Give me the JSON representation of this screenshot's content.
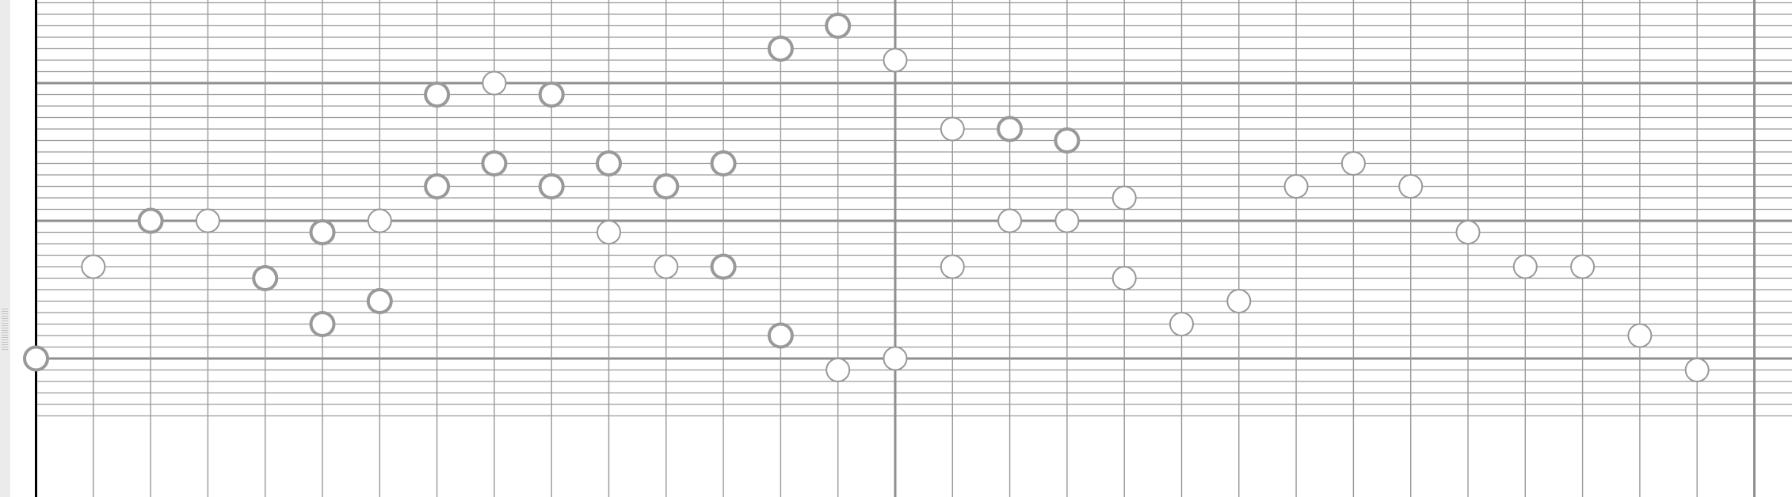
{
  "app": {
    "view": "note-grid",
    "accent_color": "#999999",
    "grid_line_color": "#9a9a9a",
    "major_line_color": "#8f8f8f",
    "left_border_color": "#000000"
  },
  "gutter": {
    "handle_icon": "drag-handle-dots-icon"
  },
  "grid": {
    "columns": 31,
    "major_column_indices": [
      0,
      15,
      30
    ],
    "rows": 37,
    "major_row_indices": [
      7,
      19,
      31
    ]
  },
  "notes": [
    {
      "col": 0,
      "row": 31,
      "style": "bold"
    },
    {
      "col": 1,
      "row": 23,
      "style": "thin"
    },
    {
      "col": 2,
      "row": 19,
      "style": "bold"
    },
    {
      "col": 3,
      "row": 19,
      "style": "thin"
    },
    {
      "col": 4,
      "row": 24,
      "style": "bold"
    },
    {
      "col": 5,
      "row": 20,
      "style": "bold"
    },
    {
      "col": 5,
      "row": 28,
      "style": "bold"
    },
    {
      "col": 6,
      "row": 19,
      "style": "thin"
    },
    {
      "col": 6,
      "row": 26,
      "style": "bold"
    },
    {
      "col": 7,
      "row": 8,
      "style": "bold"
    },
    {
      "col": 7,
      "row": 16,
      "style": "bold"
    },
    {
      "col": 8,
      "row": 7,
      "style": "thin"
    },
    {
      "col": 8,
      "row": 14,
      "style": "bold"
    },
    {
      "col": 9,
      "row": 8,
      "style": "bold"
    },
    {
      "col": 9,
      "row": 16,
      "style": "bold"
    },
    {
      "col": 10,
      "row": 14,
      "style": "bold"
    },
    {
      "col": 10,
      "row": 20,
      "style": "thin"
    },
    {
      "col": 11,
      "row": 16,
      "style": "bold"
    },
    {
      "col": 11,
      "row": 23,
      "style": "thin"
    },
    {
      "col": 12,
      "row": 14,
      "style": "bold"
    },
    {
      "col": 12,
      "row": 23,
      "style": "bold"
    },
    {
      "col": 13,
      "row": 4,
      "style": "bold"
    },
    {
      "col": 13,
      "row": 29,
      "style": "bold"
    },
    {
      "col": 14,
      "row": 2,
      "style": "bold"
    },
    {
      "col": 14,
      "row": 32,
      "style": "thin"
    },
    {
      "col": 15,
      "row": 5,
      "style": "thin"
    },
    {
      "col": 15,
      "row": 31,
      "style": "thin"
    },
    {
      "col": 16,
      "row": 11,
      "style": "thin"
    },
    {
      "col": 16,
      "row": 23,
      "style": "thin"
    },
    {
      "col": 17,
      "row": 11,
      "style": "bold"
    },
    {
      "col": 17,
      "row": 19,
      "style": "thin"
    },
    {
      "col": 18,
      "row": 12,
      "style": "bold"
    },
    {
      "col": 18,
      "row": 19,
      "style": "thin"
    },
    {
      "col": 19,
      "row": 17,
      "style": "thin"
    },
    {
      "col": 19,
      "row": 24,
      "style": "thin"
    },
    {
      "col": 20,
      "row": 28,
      "style": "thin"
    },
    {
      "col": 21,
      "row": 26,
      "style": "thin"
    },
    {
      "col": 22,
      "row": 16,
      "style": "thin"
    },
    {
      "col": 23,
      "row": 14,
      "style": "thin"
    },
    {
      "col": 24,
      "row": 16,
      "style": "thin"
    },
    {
      "col": 25,
      "row": 20,
      "style": "thin"
    },
    {
      "col": 26,
      "row": 23,
      "style": "thin"
    },
    {
      "col": 27,
      "row": 23,
      "style": "thin"
    },
    {
      "col": 28,
      "row": 29,
      "style": "thin"
    },
    {
      "col": 29,
      "row": 32,
      "style": "thin"
    }
  ]
}
